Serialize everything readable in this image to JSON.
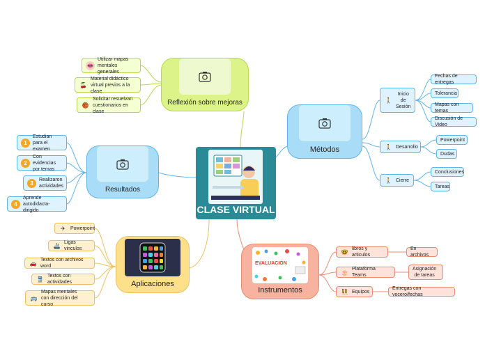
{
  "central": {
    "title": "CLASE VIRTUAL",
    "color": "#2a8a96"
  },
  "branches": {
    "reflexion": {
      "title": "Reflexión sobre mejoras",
      "items": [
        {
          "icon": "mouth-icon",
          "text": "Utilizar mapas\nmentales generales"
        },
        {
          "icon": "cherries-icon",
          "text": "Material didáctico\nvirtual previos a la clase"
        },
        {
          "icon": "basketball-icon",
          "text": "Solicitar resuelvan\ncuestionarios en clase"
        }
      ]
    },
    "resultados": {
      "title": "Resultados",
      "items": [
        {
          "num": "1",
          "text": "Estudian\npara el examen"
        },
        {
          "num": "2",
          "text": "Con evidencias\npor temas"
        },
        {
          "num": "3",
          "text": "Realizaron\nactividades"
        },
        {
          "num": "4",
          "text": "Aprende\nautodidacta-dirigido"
        }
      ]
    },
    "aplicaciones": {
      "title": "Aplicaciones",
      "items": [
        {
          "icon": "airplane-icon",
          "text": "Powerpoint"
        },
        {
          "icon": "ship-icon",
          "text": "Ligas vinculos"
        },
        {
          "icon": "car-icon",
          "text": "Textos con archivos word"
        },
        {
          "icon": "train-icon",
          "text": "Textos con actividades"
        },
        {
          "icon": "bus-icon",
          "text": "Mapas mentales\ncon dirección del curso"
        }
      ]
    },
    "metodos": {
      "title": "Métodos",
      "groups": [
        {
          "label": "Inicio\nde\nSesión",
          "items": [
            "Fechas de entregas",
            "Tolerancia",
            "Mapas con temas",
            "Discusión de Video"
          ]
        },
        {
          "label": "Desarrollo",
          "items": [
            "Powerpoint",
            "Dudas"
          ]
        },
        {
          "label": "Cierre",
          "items": [
            "Conclusiones",
            "Tareas"
          ]
        }
      ]
    },
    "instrumentos": {
      "title": "Instrumentos",
      "image_text": "EVALUACIÓN",
      "items": [
        {
          "icon": "nerd-face-icon",
          "text": "libros y articulos",
          "detail": "En archivos"
        },
        {
          "icon": "cake-icon",
          "text": "Plataforma Teams",
          "detail": "Asignación\nde tareas"
        },
        {
          "icon": "dancers-icon",
          "text": "Equipos",
          "detail": "Entregas con vocero/fechas"
        }
      ]
    }
  },
  "colors": {
    "blue": "#5fb4ea",
    "green": "#b6d84a",
    "yellow": "#eec15e",
    "red": "#e98b70",
    "teal": "#2a8a96"
  }
}
